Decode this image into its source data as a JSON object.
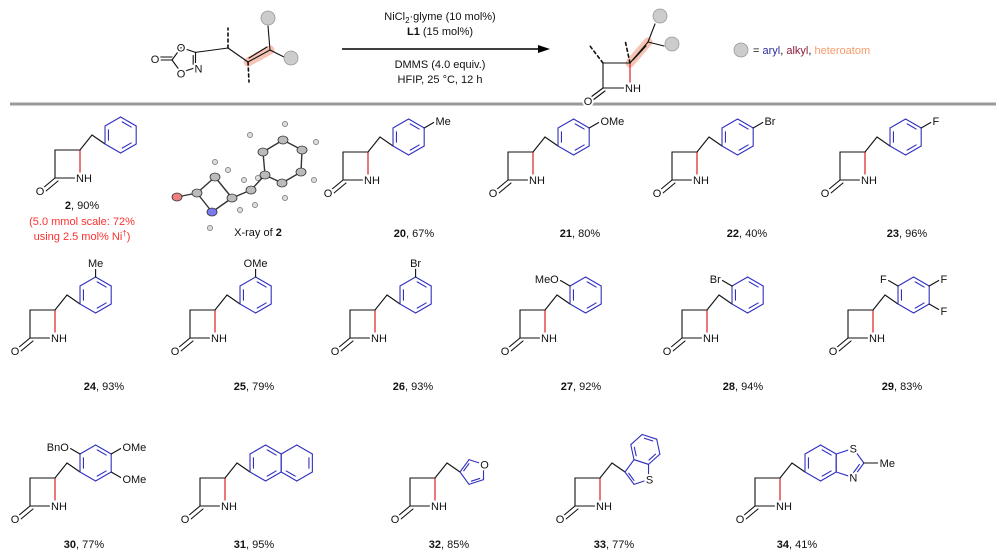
{
  "header": {
    "reagent_line1_a": "NiCl",
    "reagent_line1_sub": "2",
    "reagent_line1_b": "·glyme (10 mol%)",
    "ligand_bold": "L1",
    "ligand_rest": " (15 mol%)",
    "condition_line1": "DMMS (4.0 equiv.)",
    "condition_line2": "HFIP, 25 °C, 12 h",
    "legend_eq": "= ",
    "legend_aryl": "aryl",
    "legend_sep1": ", ",
    "legend_alkyl": "alkyl",
    "legend_sep2": ", ",
    "legend_heteroatom": "heteroatom"
  },
  "colors": {
    "ring_bond": "#3030c0",
    "new_bond": "#e03030",
    "highlight": "#f6c4b4",
    "aryl": "#2b2b9a",
    "alkyl": "#8b1c3c",
    "heteroatom": "#f59a6a",
    "divider": "#999999",
    "circle": "#cccccc"
  },
  "atoms": {
    "O": "O",
    "N": "N",
    "NH": "NH",
    "S": "S"
  },
  "xray_label_a": "X-ray of ",
  "xray_label_b": "2",
  "compounds": [
    {
      "id": "2",
      "yield": "90%",
      "note1": "(5.0 mmol scale: 72%",
      "note2": "using 2.5 mol% Ni",
      "note2_sup": "†",
      "note2_end": ")",
      "subs": []
    },
    {
      "id": "20",
      "yield": "67%",
      "subs": [
        "Me"
      ]
    },
    {
      "id": "21",
      "yield": "80%",
      "subs": [
        "OMe"
      ]
    },
    {
      "id": "22",
      "yield": "40%",
      "subs": [
        "Br"
      ]
    },
    {
      "id": "23",
      "yield": "96%",
      "subs": [
        "F"
      ]
    },
    {
      "id": "24",
      "yield": "93%",
      "subs": [
        "Me"
      ]
    },
    {
      "id": "25",
      "yield": "79%",
      "subs": [
        "OMe"
      ]
    },
    {
      "id": "26",
      "yield": "93%",
      "subs": [
        "Br"
      ]
    },
    {
      "id": "27",
      "yield": "92%",
      "subs": [
        "MeO"
      ]
    },
    {
      "id": "28",
      "yield": "94%",
      "subs": [
        "Br"
      ]
    },
    {
      "id": "29",
      "yield": "83%",
      "subs": [
        "F",
        "F",
        "F"
      ]
    },
    {
      "id": "30",
      "yield": "77%",
      "subs": [
        "BnO",
        "OMe",
        "OMe"
      ]
    },
    {
      "id": "31",
      "yield": "95%",
      "subs": []
    },
    {
      "id": "32",
      "yield": "85%",
      "subs": []
    },
    {
      "id": "33",
      "yield": "77%",
      "subs": []
    },
    {
      "id": "34",
      "yield": "41%",
      "subs": [
        "Me"
      ]
    }
  ]
}
